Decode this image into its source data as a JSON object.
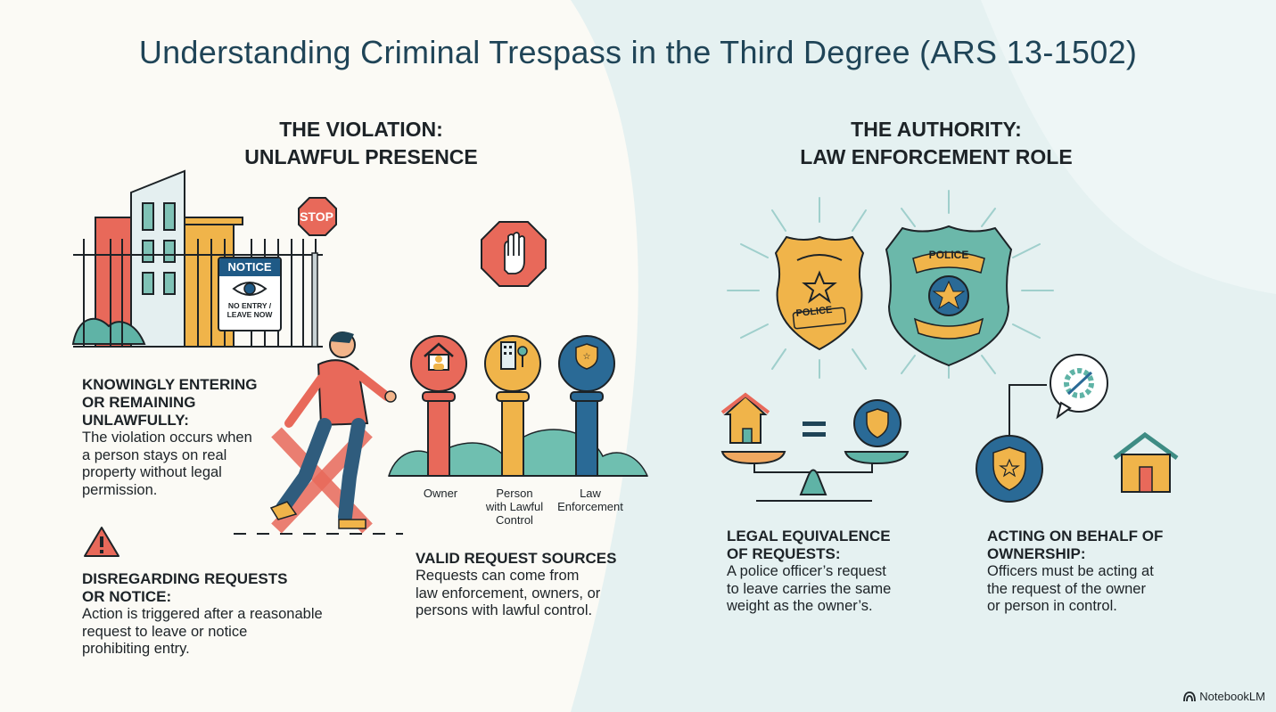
{
  "title": "Understanding Criminal Trespass in the Third Degree (ARS 13-1502)",
  "left": {
    "heading_line1": "THE VIOLATION:",
    "heading_line2": "UNLAWFUL PRESENCE",
    "illustration": {
      "stop_sign": "STOP",
      "notice_header": "NOTICE",
      "notice_line1": "NO ENTRY /",
      "notice_line2": "LEAVE NOW"
    },
    "knowingly": {
      "heading_line1": "KNOWINGLY ENTERING",
      "heading_line2": "OR REMAINING",
      "heading_line3": "UNLAWFULLY:",
      "body_line1": "The violation occurs when",
      "body_line2": "a person stays on real",
      "body_line3": "property without legal",
      "body_line4": "permission."
    },
    "disregarding": {
      "icon": "warning-icon",
      "heading_line1": "DISREGARDING REQUESTS",
      "heading_line2": "OR NOTICE:",
      "body_line1": "Action is triggered after a reasonable",
      "body_line2": "request to leave or notice",
      "body_line3": "prohibiting entry."
    },
    "pillars": [
      {
        "label_line1": "Owner",
        "label_line2": "",
        "label_line3": "",
        "color": "#e8695a",
        "icon": "house-person-icon"
      },
      {
        "label_line1": "Person",
        "label_line2": "with Lawful",
        "label_line3": "Control",
        "color": "#f0b44a",
        "icon": "building-key-icon"
      },
      {
        "label_line1": "Law",
        "label_line2": "Enforcement",
        "label_line3": "",
        "color": "#2a6a96",
        "icon": "badge-icon"
      }
    ],
    "valid": {
      "heading": "VALID REQUEST SOURCES",
      "body_line1": "Requests can come from",
      "body_line2": "law enforcement, owners, or",
      "body_line3": "persons with lawful control."
    }
  },
  "right": {
    "heading_line1": "THE AUTHORITY:",
    "heading_line2": "LAW ENFORCEMENT ROLE",
    "badges": {
      "gold_text": "POLICE",
      "teal_text": "POLICE"
    },
    "equivalence": {
      "heading_line1": "LEGAL EQUIVALENCE",
      "heading_line2": "OF REQUESTS:",
      "body_line1": "A police officer’s request",
      "body_line2": "to leave carries the same",
      "body_line3": "weight as the owner’s."
    },
    "behalf": {
      "heading_line1": "ACTING ON BEHALF OF",
      "heading_line2": "OWNERSHIP:",
      "body_line1": "Officers must be acting at",
      "body_line2": "the request of the owner",
      "body_line3": "or person in control."
    }
  },
  "brand": "NotebookLM",
  "colors": {
    "title": "#1f4457",
    "red": "#e8695a",
    "gold": "#f0b44a",
    "blue": "#2a6a96",
    "teal": "#5fb3a6",
    "bg_left": "#fbfaf5",
    "bg_right": "#e3f0f0"
  }
}
